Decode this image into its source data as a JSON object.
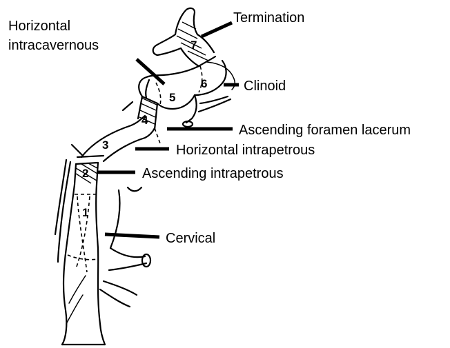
{
  "labels": {
    "termination": "Termination",
    "horizontal_intracavernous_line1": "Horizontal",
    "horizontal_intracavernous_line2": "intracavernous",
    "clinoid": "Clinoid",
    "ascending_foramen_lacerum": "Ascending foramen lacerum",
    "horizontal_intrapetrous": "Horizontal intrapetrous",
    "ascending_intrapetrous": "Ascending intrapetrous",
    "cervical": "Cervical"
  },
  "segment_numbers": [
    "1",
    "2",
    "3",
    "4",
    "5",
    "6",
    "7"
  ]
}
